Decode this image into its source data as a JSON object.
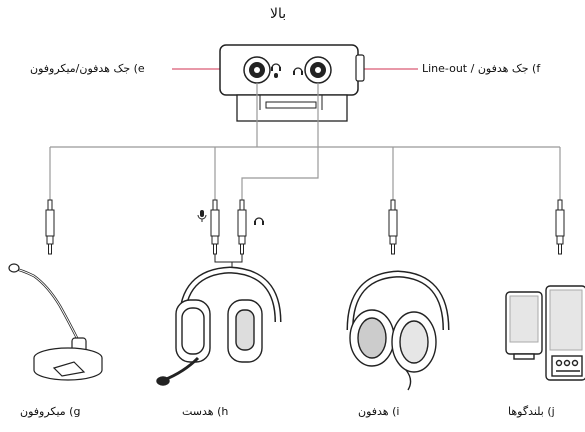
{
  "header": {
    "top_label": "بالا"
  },
  "ports": {
    "left_port": {
      "tag": "e",
      "label": "e) جک هدفون/میکروفون"
    },
    "right_port": {
      "tag": "f",
      "label": "f) جک هدفون / Line-out"
    }
  },
  "devices": [
    {
      "id": "g",
      "label": "g) میکروفون",
      "icon": "microphone-icon"
    },
    {
      "id": "h",
      "label": "h) هدست",
      "icon": "headset-icon"
    },
    {
      "id": "i",
      "label": "i) هدفون",
      "icon": "headphones-icon"
    },
    {
      "id": "j",
      "label": "j) بلندگوها",
      "icon": "speakers-icon"
    }
  ],
  "colors": {
    "callout_line": "#d03050",
    "cable": "#999999",
    "outline": "#222222"
  }
}
